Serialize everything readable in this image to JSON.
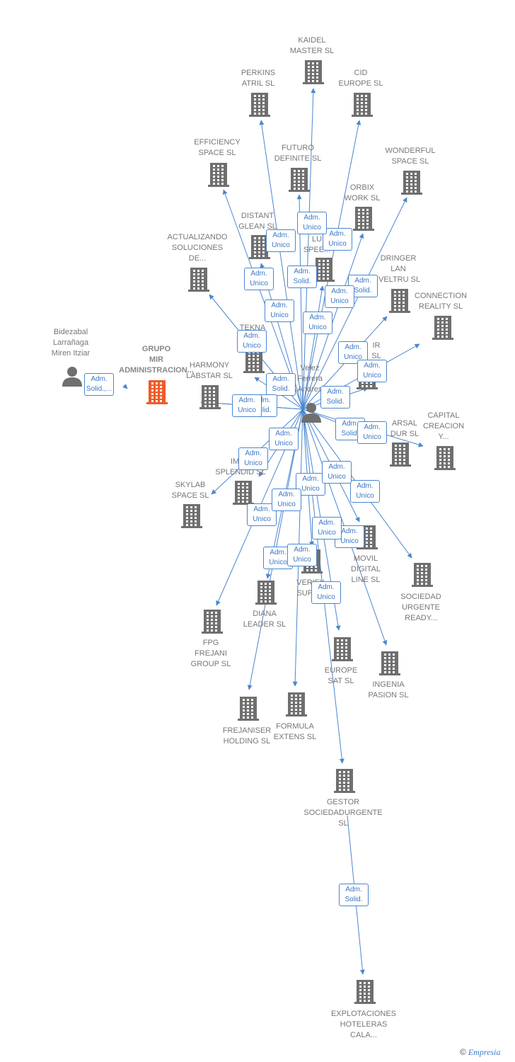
{
  "colors": {
    "edge": "#4a86d0",
    "building": "#6f6f6f",
    "focus": "#f05a28",
    "person": "#6f6f6f"
  },
  "footer": {
    "copyright": "©",
    "brand": "Empresia"
  },
  "people": [
    {
      "id": "velez",
      "label": "Velez\nFerrera\nAndres",
      "icon": "person-icon"
    },
    {
      "id": "bidezabal",
      "label": "Bidezabal\nLarrañaga\nMiren Itziar",
      "icon": "person-icon"
    }
  ],
  "companies": [
    {
      "id": "grupo",
      "label": "GRUPO\nMIR\nADMINISTRACION...",
      "focus": true
    },
    {
      "id": "kaidel",
      "label": "KAIDEL\nMASTER  SL"
    },
    {
      "id": "perkins",
      "label": "PERKINS\nATRIL  SL"
    },
    {
      "id": "cid",
      "label": "CID\nEUROPE  SL"
    },
    {
      "id": "efficiency",
      "label": "EFFICIENCY\nSPACE SL"
    },
    {
      "id": "futuro",
      "label": "FUTURO\nDEFINITE  SL"
    },
    {
      "id": "wonderful",
      "label": "WONDERFUL\nSPACE  SL"
    },
    {
      "id": "orbix",
      "label": "ORBIX\nWORK  SL"
    },
    {
      "id": "distant",
      "label": "DISTANT\nGLEAN  SL"
    },
    {
      "id": "lu",
      "label": "LU\nSPEE..."
    },
    {
      "id": "actualizando",
      "label": "ACTUALIZANDO\nSOLUCIONES\nDE..."
    },
    {
      "id": "dringer",
      "label": "DRINGER\nLAN\nIVELTRU SL"
    },
    {
      "id": "connection",
      "label": "CONNECTION\nREALITY  SL"
    },
    {
      "id": "tekna",
      "label": "TEKNA\nSO..."
    },
    {
      "id": "ir",
      "label": "IR\nSL"
    },
    {
      "id": "harmony",
      "label": "HARMONY\nLABSTAR SL"
    },
    {
      "id": "capital",
      "label": "CAPITAL\nCREACION\nY..."
    },
    {
      "id": "arsal",
      "label": "ARSAL\nDUR  SL"
    },
    {
      "id": "impo",
      "label": "IMPO\nSPLENDID  SL"
    },
    {
      "id": "skylab",
      "label": "SKYLAB\nSPACE  SL"
    },
    {
      "id": "movil",
      "label": "MOVIL\nDIGITAL\nLINE SL"
    },
    {
      "id": "sociedad",
      "label": "SOCIEDAD\nURGENTE\nREADY..."
    },
    {
      "id": "verify",
      "label": "VERIFY\nSUPE..."
    },
    {
      "id": "diana",
      "label": "DIANA\nLEADER  SL"
    },
    {
      "id": "fpg",
      "label": "FPG\nFREJANI\nGROUP  SL"
    },
    {
      "id": "europe",
      "label": "EUROPE\nSAT  SL"
    },
    {
      "id": "ingenia",
      "label": "INGENIA\nPASION  SL"
    },
    {
      "id": "frejaniser",
      "label": "FREJANISER\nHOLDING  SL"
    },
    {
      "id": "formula",
      "label": "FORMULA\nEXTENS  SL"
    },
    {
      "id": "gestor",
      "label": "GESTOR\nSOCIEDADURGENTE SL"
    },
    {
      "id": "explotaciones",
      "label": "EXPLOTACIONES\nHOTELERAS\nCALA..."
    }
  ],
  "relations": [
    {
      "from": "bidezabal",
      "to": "grupo",
      "role": "Adm.\nSolid.,..."
    },
    {
      "from": "velez",
      "to": "kaidel",
      "role": "Adm.\nUnico"
    },
    {
      "from": "velez",
      "to": "perkins",
      "role": "Adm.\nSolid."
    },
    {
      "from": "velez",
      "to": "cid",
      "role": "Adm.\nUnico"
    },
    {
      "from": "velez",
      "to": "efficiency",
      "role": "Adm.\nUnico"
    },
    {
      "from": "velez",
      "to": "futuro",
      "role": "Adm.\nUnico"
    },
    {
      "from": "velez",
      "to": "wonderful",
      "role": "Adm.\nSolid."
    },
    {
      "from": "velez",
      "to": "orbix",
      "role": "Adm.\nUnico"
    },
    {
      "from": "velez",
      "to": "distant",
      "role": "Adm.\nUnico"
    },
    {
      "from": "velez",
      "to": "lu",
      "role": "Adm.\nUnico"
    },
    {
      "from": "velez",
      "to": "actualizando",
      "role": "Adm.\nUnico"
    },
    {
      "from": "velez",
      "to": "dringer",
      "role": "Adm.\nUnico"
    },
    {
      "from": "velez",
      "to": "connection",
      "role": "Adm.\nUnico"
    },
    {
      "from": "velez",
      "to": "tekna",
      "role": "Adm.\nSolid."
    },
    {
      "from": "velez",
      "to": "ir",
      "role": "Adm.\nSolid."
    },
    {
      "from": "velez",
      "to": "harmony",
      "role": "Adm.\nSolid."
    },
    {
      "from": "velez",
      "to": "harmony",
      "role": "Adm.\nUnico"
    },
    {
      "from": "velez",
      "to": "capital",
      "role": "Adm.\nSolid."
    },
    {
      "from": "velez",
      "to": "arsal",
      "role": "Adm.\nUnico"
    },
    {
      "from": "velez",
      "to": "impo",
      "role": "Adm.\nUnico"
    },
    {
      "from": "velez",
      "to": "skylab",
      "role": "Adm.\nUnico"
    },
    {
      "from": "velez",
      "to": "movil",
      "role": "Adm.\nUnico"
    },
    {
      "from": "velez",
      "to": "sociedad",
      "role": "Adm.\nUnico"
    },
    {
      "from": "velez",
      "to": "verify",
      "role": "Adm.\nUnico"
    },
    {
      "from": "velez",
      "to": "diana",
      "role": "Adm.\nUnico"
    },
    {
      "from": "velez",
      "to": "fpg",
      "role": "Adm.\nUnico"
    },
    {
      "from": "velez",
      "to": "europe",
      "role": "Adm.\nUnico"
    },
    {
      "from": "velez",
      "to": "ingenia",
      "role": "Adm.\nUnico"
    },
    {
      "from": "velez",
      "to": "frejaniser",
      "role": "Adm.\nUnico"
    },
    {
      "from": "velez",
      "to": "formula",
      "role": "Adm.\nUnico"
    },
    {
      "from": "velez",
      "to": "gestor",
      "role": "Adm.\nUnico"
    },
    {
      "from": "gestor",
      "to": "explotaciones",
      "role": "Adm.\nSolid."
    }
  ]
}
